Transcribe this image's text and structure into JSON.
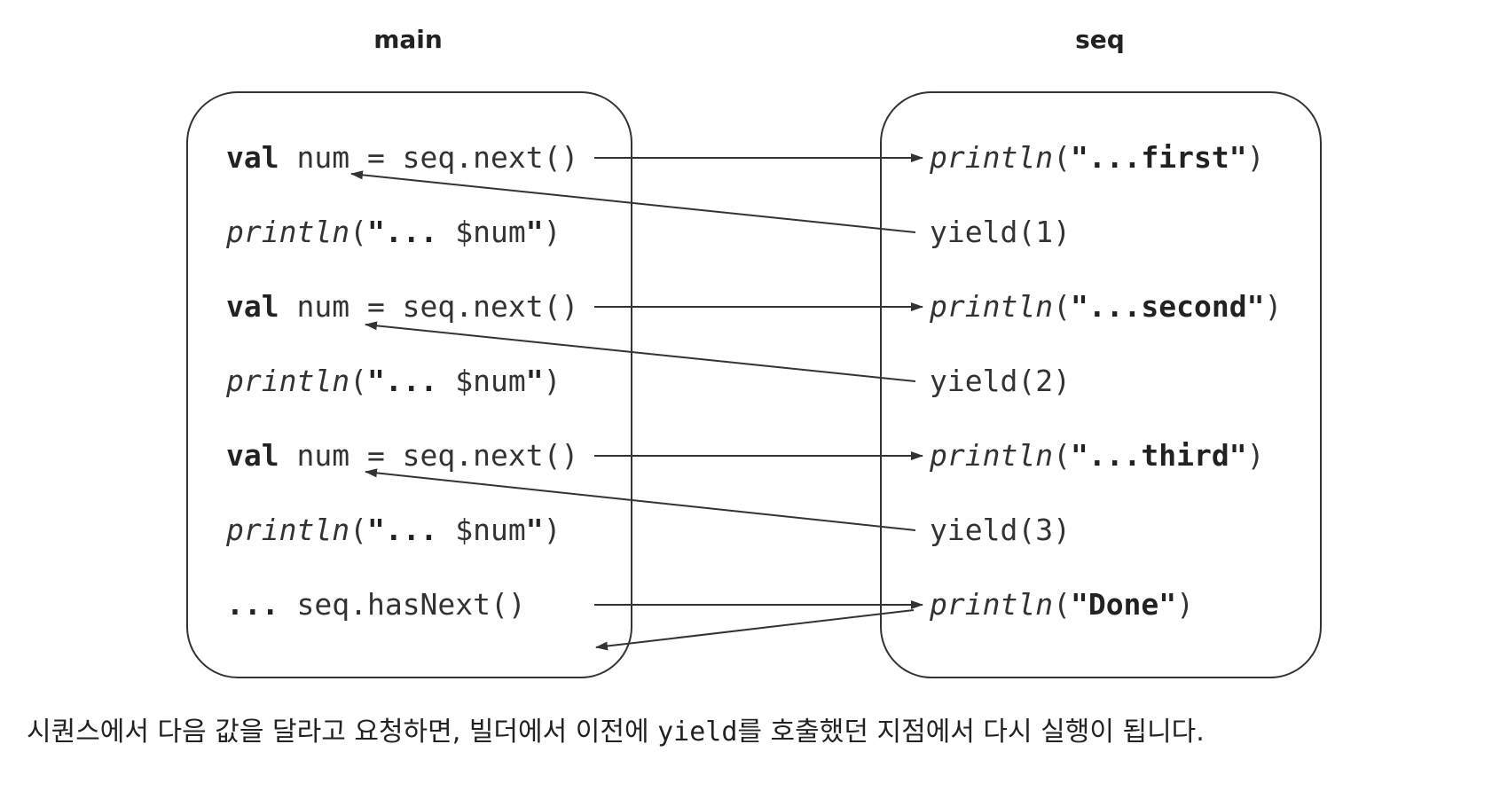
{
  "headers": {
    "main": "main",
    "seq": "seq"
  },
  "main_lines": [
    {
      "kw": "val",
      "rest": " num = seq.next()"
    },
    {
      "fn": "println",
      "open": "(",
      "str": "\"... ",
      "plain": "$num",
      "str2": "\"",
      "close": ")"
    },
    {
      "kw": "val",
      "rest": " num = seq.next()"
    },
    {
      "fn": "println",
      "open": "(",
      "str": "\"... ",
      "plain": "$num",
      "str2": "\"",
      "close": ")"
    },
    {
      "kw": "val",
      "rest": " num = seq.next()"
    },
    {
      "fn": "println",
      "open": "(",
      "str": "\"... ",
      "plain": "$num",
      "str2": "\"",
      "close": ")"
    },
    {
      "kw": "... ",
      "rest": "seq.hasNext()"
    }
  ],
  "seq_lines": [
    {
      "fn": "println",
      "open": "(",
      "str": "\"...first\"",
      "close": ")"
    },
    {
      "plain": "yield(1)"
    },
    {
      "fn": "println",
      "open": "(",
      "str": "\"...second\"",
      "close": ")"
    },
    {
      "plain": "yield(2)"
    },
    {
      "fn": "println",
      "open": "(",
      "str": "\"...third\"",
      "close": ")"
    },
    {
      "plain": "yield(3)"
    },
    {
      "fn": "println",
      "open": "(",
      "str": "\"Done\"",
      "close": ")"
    }
  ],
  "caption": {
    "before": "시퀀스에서 다음 값을 달라고 요청하면, 빌더에서 이전에 ",
    "code": "yield",
    "after": "를 호출했던 지점에서 다시 실행이 됩니다."
  },
  "colors": {
    "stroke": "#333333",
    "text": "#333333"
  }
}
